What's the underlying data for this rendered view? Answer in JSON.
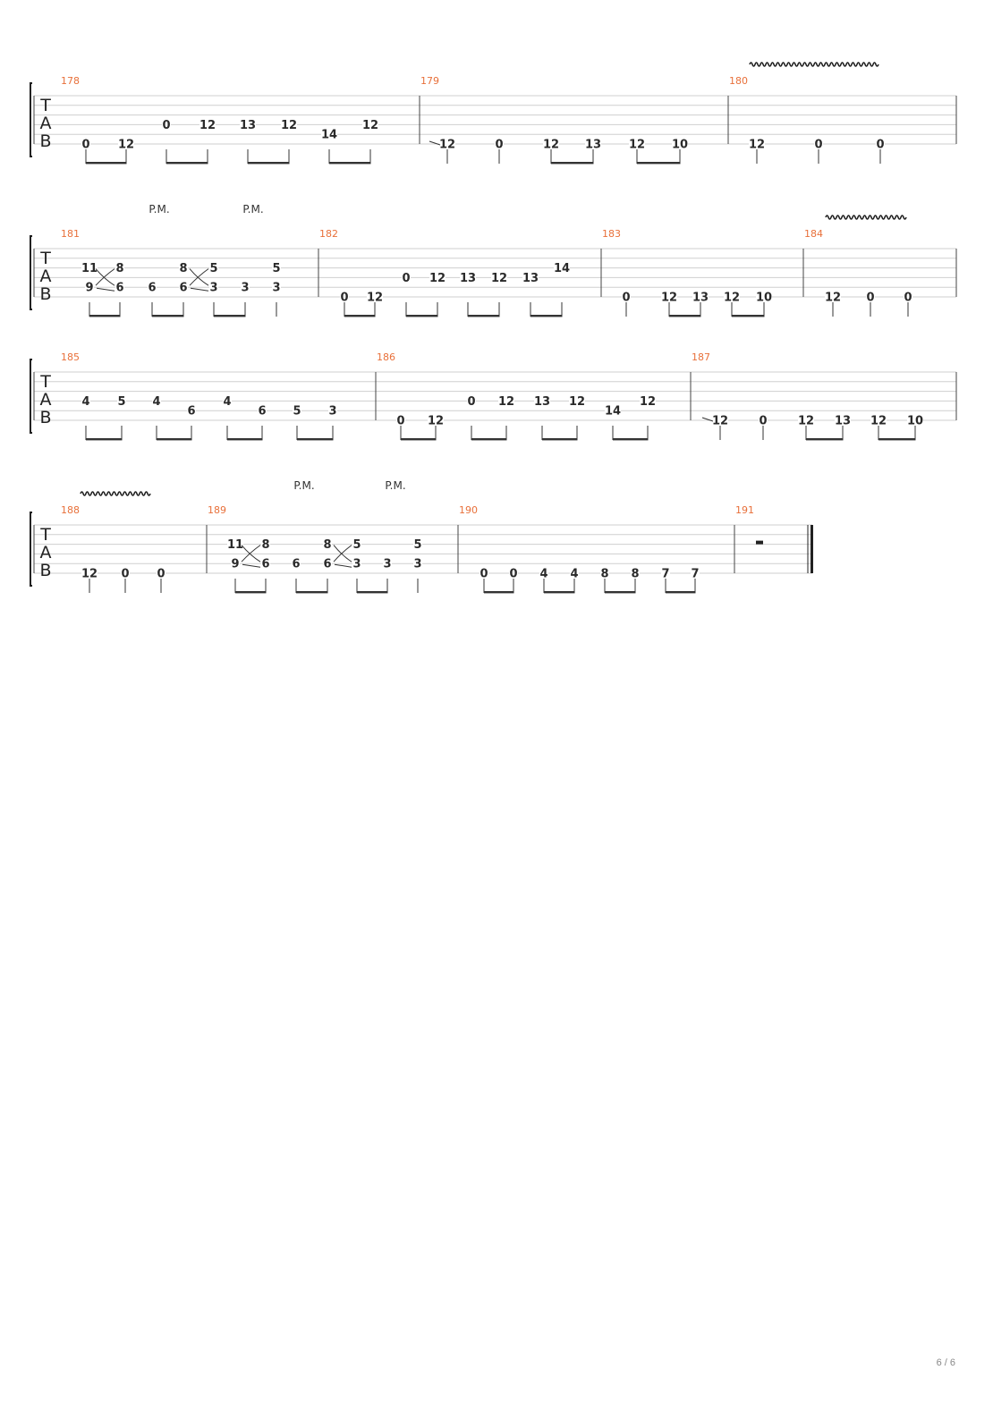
{
  "page_label": "6 / 6",
  "tab_clef_letters": [
    "T",
    "A",
    "B"
  ],
  "palm_mute_label": "P.M.",
  "colors": {
    "measure_number": "#e8703a",
    "staff_line": "#cfcfcf",
    "ink": "#2a2a2a"
  },
  "systems": [
    {
      "measures": [
        {
          "number": "178",
          "notes": [
            {
              "s": 6,
              "f": "0"
            },
            {
              "s": 6,
              "f": "12"
            },
            {
              "s": 4,
              "f": "0"
            },
            {
              "s": 4,
              "f": "12"
            },
            {
              "s": 4,
              "f": "13"
            },
            {
              "s": 4,
              "f": "12"
            },
            {
              "s": 5,
              "f": "14"
            },
            {
              "s": 4,
              "f": "12"
            }
          ],
          "beams": [
            [
              0,
              1
            ],
            [
              2,
              3
            ],
            [
              4,
              5
            ],
            [
              6,
              7
            ]
          ]
        },
        {
          "number": "179",
          "notes": [
            {
              "s": 6,
              "f": "12",
              "slide": true
            },
            {
              "s": 6,
              "f": "0"
            },
            {
              "s": 6,
              "f": "12"
            },
            {
              "s": 6,
              "f": "13"
            },
            {
              "s": 6,
              "f": "12"
            },
            {
              "s": 6,
              "f": "10"
            }
          ],
          "stems": [
            0,
            1
          ],
          "beams": [
            [
              2,
              3
            ],
            [
              4,
              5
            ]
          ]
        },
        {
          "number": "180",
          "vibrato": true,
          "notes": [
            {
              "s": 6,
              "f": "12"
            },
            {
              "s": 6,
              "f": "0"
            },
            {
              "s": 6,
              "f": "0"
            }
          ],
          "stems": [
            0,
            1,
            2
          ]
        }
      ]
    },
    {
      "pm_marks": [
        1,
        3
      ],
      "measures": [
        {
          "number": "181",
          "notes": [
            {
              "s": [
                3,
                5
              ],
              "f": [
                "11",
                "9"
              ]
            },
            {
              "s": [
                3,
                5
              ],
              "f": [
                "8",
                "6"
              ],
              "cross": true
            },
            {
              "s": 5,
              "f": "6"
            },
            {
              "s": [
                3,
                5
              ],
              "f": [
                "8",
                "6"
              ]
            },
            {
              "s": [
                3,
                5
              ],
              "f": [
                "5",
                "3"
              ],
              "cross": true
            },
            {
              "s": 5,
              "f": "3"
            },
            {
              "s": [
                3,
                5
              ],
              "f": [
                "5",
                "3"
              ]
            }
          ],
          "beams": [
            [
              0,
              1
            ],
            [
              2,
              3
            ],
            [
              4,
              5
            ]
          ],
          "stems": [
            6
          ]
        },
        {
          "number": "182",
          "notes": [
            {
              "s": 6,
              "f": "0"
            },
            {
              "s": 6,
              "f": "12"
            },
            {
              "s": 4,
              "f": "0"
            },
            {
              "s": 4,
              "f": "12"
            },
            {
              "s": 4,
              "f": "13"
            },
            {
              "s": 4,
              "f": "12"
            },
            {
              "s": 4,
              "f": "13"
            },
            {
              "s": 3,
              "f": "14"
            }
          ],
          "beams": [
            [
              0,
              1
            ],
            [
              2,
              3
            ],
            [
              4,
              5
            ],
            [
              6,
              7
            ]
          ]
        },
        {
          "number": "183",
          "notes": [
            {
              "s": 6,
              "f": "0"
            },
            {
              "s": 6,
              "f": "12"
            },
            {
              "s": 6,
              "f": "13"
            },
            {
              "s": 6,
              "f": "12"
            },
            {
              "s": 6,
              "f": "10"
            }
          ],
          "stems": [
            0
          ],
          "beams": [
            [
              1,
              2
            ],
            [
              3,
              4
            ]
          ]
        },
        {
          "number": "184",
          "vibrato": true,
          "notes": [
            {
              "s": 6,
              "f": "12"
            },
            {
              "s": 6,
              "f": "0"
            },
            {
              "s": 6,
              "f": "0"
            }
          ],
          "stems": [
            0,
            1,
            2
          ]
        }
      ]
    },
    {
      "measures": [
        {
          "number": "185",
          "notes": [
            {
              "s": 4,
              "f": "4"
            },
            {
              "s": 4,
              "f": "5"
            },
            {
              "s": 4,
              "f": "4"
            },
            {
              "s": 5,
              "f": "6"
            },
            {
              "s": 4,
              "f": "4"
            },
            {
              "s": 5,
              "f": "6"
            },
            {
              "s": 5,
              "f": "5"
            },
            {
              "s": 5,
              "f": "3"
            }
          ],
          "beams": [
            [
              0,
              1
            ],
            [
              2,
              3
            ],
            [
              4,
              5
            ],
            [
              6,
              7
            ]
          ]
        },
        {
          "number": "186",
          "notes": [
            {
              "s": 6,
              "f": "0"
            },
            {
              "s": 6,
              "f": "12"
            },
            {
              "s": 4,
              "f": "0"
            },
            {
              "s": 4,
              "f": "12"
            },
            {
              "s": 4,
              "f": "13"
            },
            {
              "s": 4,
              "f": "12"
            },
            {
              "s": 5,
              "f": "14"
            },
            {
              "s": 4,
              "f": "12"
            }
          ],
          "beams": [
            [
              0,
              1
            ],
            [
              2,
              3
            ],
            [
              4,
              5
            ],
            [
              6,
              7
            ]
          ]
        },
        {
          "number": "187",
          "notes": [
            {
              "s": 6,
              "f": "12",
              "slide": true
            },
            {
              "s": 6,
              "f": "0"
            },
            {
              "s": 6,
              "f": "12"
            },
            {
              "s": 6,
              "f": "13"
            },
            {
              "s": 6,
              "f": "12"
            },
            {
              "s": 6,
              "f": "10"
            }
          ],
          "stems": [
            0,
            1
          ],
          "beams": [
            [
              2,
              3
            ],
            [
              4,
              5
            ]
          ]
        }
      ]
    },
    {
      "pm_marks": [
        1,
        3
      ],
      "measures": [
        {
          "number": "188",
          "vibrato": true,
          "notes": [
            {
              "s": 6,
              "f": "12"
            },
            {
              "s": 6,
              "f": "0"
            },
            {
              "s": 6,
              "f": "0"
            }
          ],
          "stems": [
            0,
            1,
            2
          ]
        },
        {
          "number": "189",
          "notes": [
            {
              "s": [
                3,
                5
              ],
              "f": [
                "11",
                "9"
              ]
            },
            {
              "s": [
                3,
                5
              ],
              "f": [
                "8",
                "6"
              ],
              "cross": true
            },
            {
              "s": 5,
              "f": "6"
            },
            {
              "s": [
                3,
                5
              ],
              "f": [
                "8",
                "6"
              ]
            },
            {
              "s": [
                3,
                5
              ],
              "f": [
                "5",
                "3"
              ],
              "cross": true
            },
            {
              "s": 5,
              "f": "3"
            },
            {
              "s": [
                3,
                5
              ],
              "f": [
                "5",
                "3"
              ]
            }
          ],
          "beams": [
            [
              0,
              1
            ],
            [
              2,
              3
            ],
            [
              4,
              5
            ]
          ],
          "stems": [
            6
          ]
        },
        {
          "number": "190",
          "notes": [
            {
              "s": 6,
              "f": "0"
            },
            {
              "s": 6,
              "f": "0"
            },
            {
              "s": 6,
              "f": "4"
            },
            {
              "s": 6,
              "f": "4"
            },
            {
              "s": 6,
              "f": "8"
            },
            {
              "s": 6,
              "f": "8"
            },
            {
              "s": 6,
              "f": "7"
            },
            {
              "s": 6,
              "f": "7"
            }
          ],
          "beams": [
            [
              0,
              1
            ],
            [
              2,
              3
            ],
            [
              4,
              5
            ],
            [
              6,
              7
            ]
          ]
        },
        {
          "number": "191",
          "rest": true,
          "notes": [],
          "final": true
        }
      ]
    }
  ]
}
